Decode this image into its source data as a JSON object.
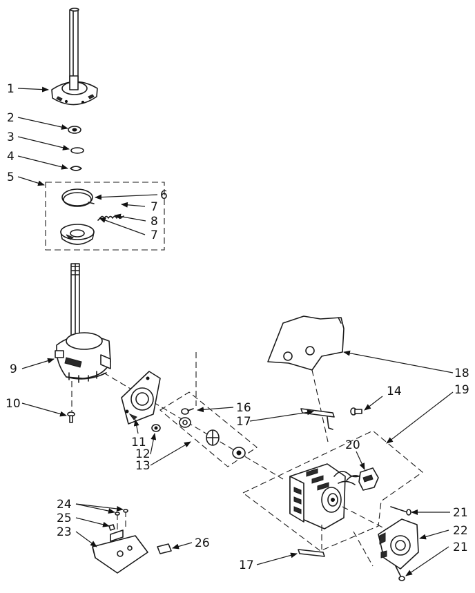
{
  "callouts": {
    "c1": "1",
    "c2": "2",
    "c3": "3",
    "c4": "4",
    "c5": "5",
    "c6": "6",
    "c7a": "7",
    "c8": "8",
    "c7b": "7",
    "c9": "9",
    "c10": "10",
    "c11": "11",
    "c12": "12",
    "c13": "13",
    "c14": "14",
    "c16": "16",
    "c17a": "17",
    "c18": "18",
    "c19": "19",
    "c20": "20",
    "c21a": "21",
    "c22": "22",
    "c21b": "21",
    "c17b": "17",
    "c24": "24",
    "c25": "25",
    "c23": "23",
    "c26": "26"
  },
  "colors": {
    "ink": "#1a1a1a",
    "paper": "#ffffff"
  }
}
